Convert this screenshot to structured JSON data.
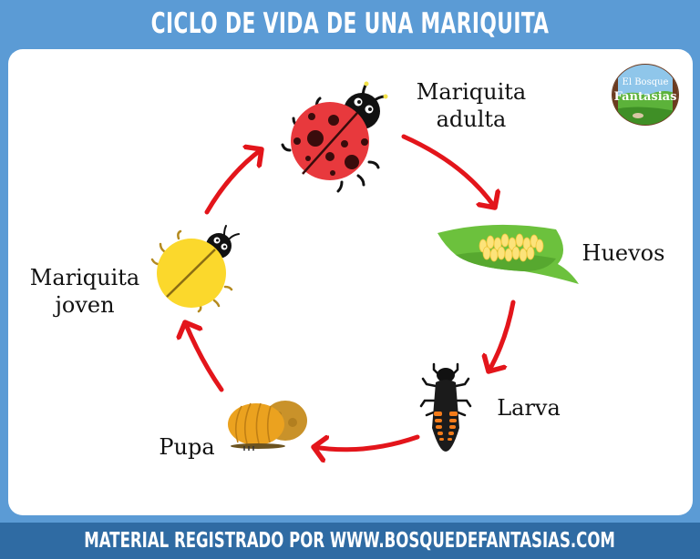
{
  "header": {
    "title": "CICLO DE VIDA DE UNA MARIQUITA"
  },
  "footer": {
    "text": "MATERIAL REGISTRADO POR WWW.BOSQUEDEFANTASIAS.COM"
  },
  "logo": {
    "line1": "El Bosque",
    "line2": "Fantasias"
  },
  "stages": [
    {
      "id": "adult",
      "label_line1": "Mariquita",
      "label_line2": "adulta",
      "icon": "adult-ladybug-icon"
    },
    {
      "id": "eggs",
      "label_line1": "Huevos",
      "label_line2": "",
      "icon": "eggs-on-leaf-icon"
    },
    {
      "id": "larva",
      "label_line1": "Larva",
      "label_line2": "",
      "icon": "larva-icon"
    },
    {
      "id": "pupa",
      "label_line1": "Pupa",
      "label_line2": "",
      "icon": "pupa-icon"
    },
    {
      "id": "young",
      "label_line1": "Mariquita",
      "label_line2": "joven",
      "icon": "young-ladybug-icon"
    }
  ],
  "colors": {
    "header_bg": "#5b9bd5",
    "footer_bg": "#2f6ba3",
    "arrow": "#e3151b",
    "adult_shell": "#e8393d",
    "young_shell": "#fbd82c",
    "leaf": "#6cc13d",
    "eggs": "#fce37a",
    "pupa": "#eba21f",
    "larva_spots": "#f57c1a"
  }
}
